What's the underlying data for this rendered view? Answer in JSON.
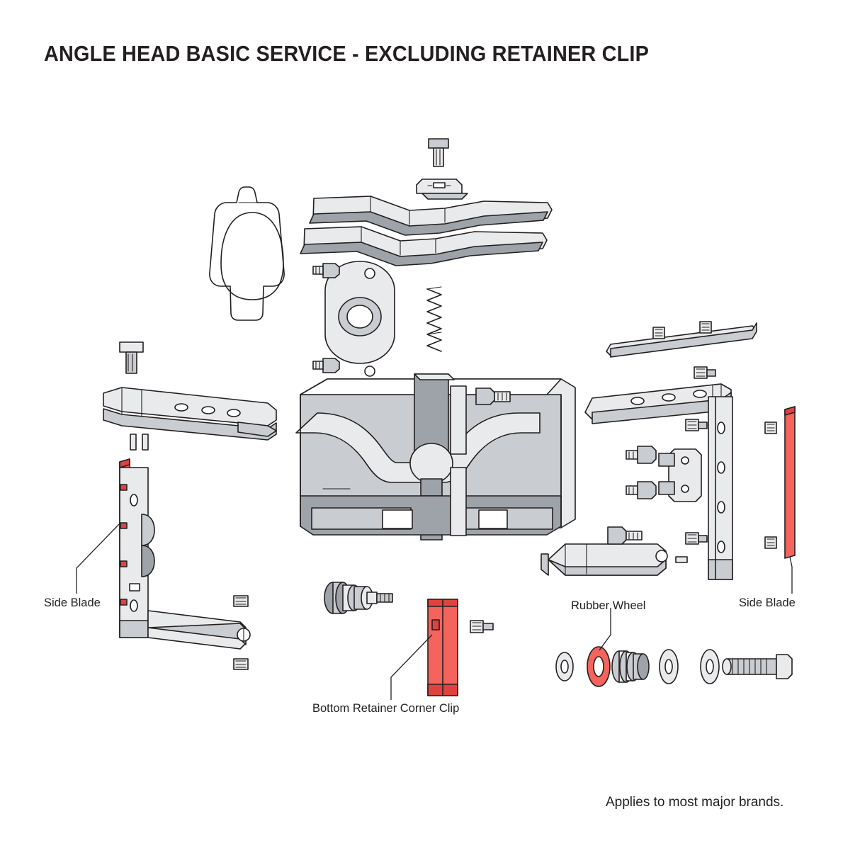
{
  "document": {
    "title": "ANGLE HEAD BASIC SERVICE - EXCLUDING RETAINER CLIP",
    "footnote": "Applies to most major brands.",
    "type": "exploded-parts-diagram"
  },
  "callouts": [
    {
      "id": "side-blade-left",
      "label": "Side Blade",
      "highlight_color": "#f4635c"
    },
    {
      "id": "bottom-clip",
      "label": "Bottom Retainer Corner Clip",
      "highlight_color": "#f4635c"
    },
    {
      "id": "rubber-wheel",
      "label": "Rubber Wheel",
      "highlight_color": "#f4635c"
    },
    {
      "id": "side-blade-right",
      "label": "Side Blade",
      "highlight_color": "#f4635c"
    }
  ],
  "palette": {
    "ink": "#231f20",
    "highlight": "#f4635c",
    "highlight_dark": "#e0433f",
    "metal_light": "#e9eaec",
    "metal_mid": "#c9ccd0",
    "metal_dark": "#9ea3a9",
    "metal_shadow": "#73787e",
    "background": "#ffffff"
  }
}
